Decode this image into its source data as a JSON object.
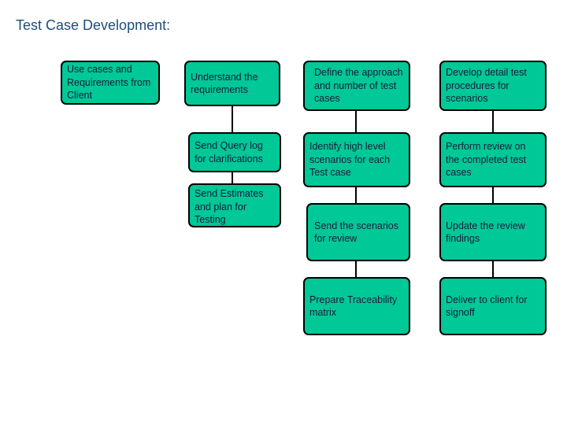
{
  "title": "Test Case Development:",
  "boxes": {
    "use_cases": "Use cases and Requirements from Client",
    "understand": "Understand the requirements",
    "send_query": "Send Query log for clarifications",
    "send_estimates": "Send Estimates and plan for Testing",
    "define": "Define the approach and number of test cases",
    "identify": "Identify high level scenarios for each Test case",
    "send_scenarios": "Send the scenarios for review",
    "prepare": "Prepare Traceability matrix",
    "develop": "Develop detail test procedures for scenarios",
    "perform": "Perform review on the completed test cases",
    "update": "Update the review findings",
    "deliver": "Deliver to client for signoff"
  },
  "colors": {
    "box_fill": "#00c896",
    "box_border": "#000000",
    "title": "#1f4e79"
  }
}
